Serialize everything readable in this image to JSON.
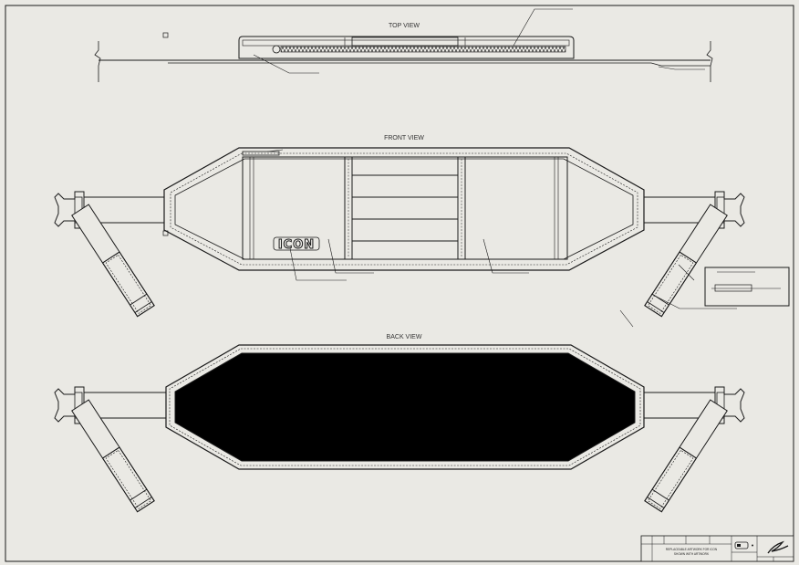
{
  "sheet": {
    "paper_color": "#eae9e4",
    "line_color": "#1a1a1a",
    "fill_black": "#000000"
  },
  "views": {
    "top_title": "TOP VIEW",
    "front_title": "FRONT VIEW",
    "back_title": "BACK VIEW"
  },
  "brand": {
    "logo": "ICON"
  },
  "title_block": {
    "description_line1": "REPLACEABLE ARTWORK FOR ICON",
    "description_line2": "SHOWN WITH ARTWORK"
  }
}
